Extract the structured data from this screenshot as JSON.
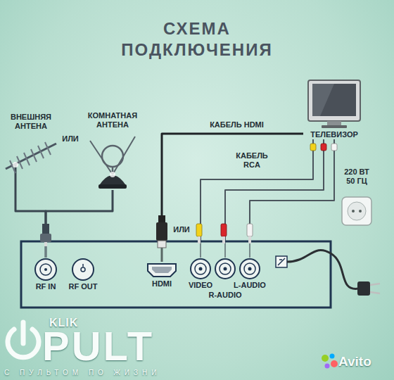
{
  "diagram": {
    "title": "СХЕМА ПОДКЛЮЧЕНИЯ",
    "nodes": [
      {
        "text": [
          "ВНЕШНЯЯ АНТЕНА"
        ]
      },
      {
        "text": [
          "КОМНАТНАЯ АНТЕНА"
        ]
      },
      {
        "text": [
          "ТЕЛЕВИЗОР"
        ]
      },
      {
        "text": [
          "RF IN"
        ]
      },
      {
        "text": [
          "RF OUT"
        ]
      },
      {
        "text": [
          "HDMI"
        ]
      },
      {
        "text": [
          "VIDEO"
        ]
      },
      {
        "text": [
          "R-AUDIO"
        ]
      },
      {
        "text": [
          "L-AUDIO"
        ]
      }
    ],
    "edges": [
      {
        "from": 0,
        "to": 3,
        "arrow": "none"
      },
      {
        "from": 1,
        "to": 3,
        "arrow": "none"
      },
      {
        "from": 5,
        "to": 2,
        "label": "КАБЕЛЬ HDMI",
        "arrow": "none"
      },
      {
        "from": 6,
        "to": 2,
        "arrow": "none"
      },
      {
        "from": 7,
        "to": 2,
        "arrow": "none"
      },
      {
        "from": 8,
        "to": 2,
        "arrow": "none"
      }
    ],
    "labels": [
      "ИЛИ",
      "ИЛИ",
      "КАБЕЛЬ RCA",
      "220 ВТ 50 ГЦ",
      "KLIK",
      "PULT",
      "С ПУЛЬТОМ ПО ЖИЗНИ",
      "Avito"
    ]
  }
}
